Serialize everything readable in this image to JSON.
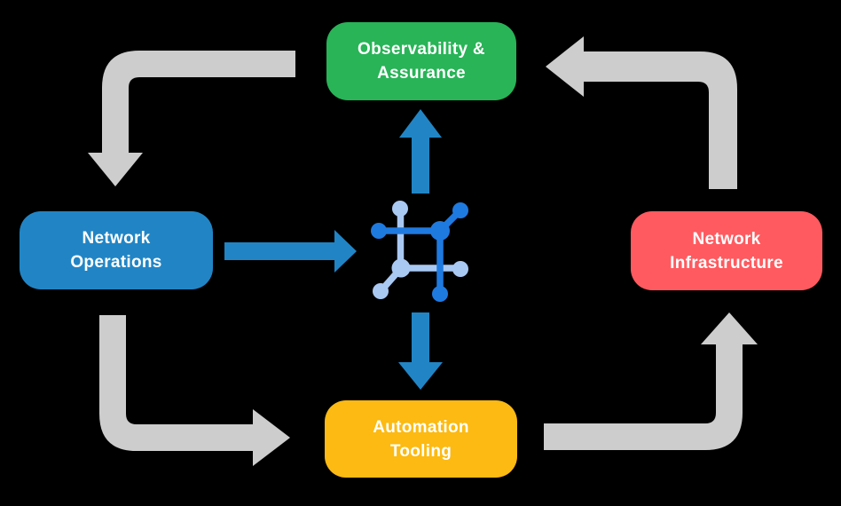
{
  "diagram": {
    "nodes": {
      "observability": {
        "line1": "Observability &",
        "line2": "Assurance",
        "color": "#28B457"
      },
      "operations": {
        "line1": "Network",
        "line2": "Operations",
        "color": "#2185C5"
      },
      "infrastructure": {
        "line1": "Network",
        "line2": "Infrastructure",
        "color": "#FF5A5F"
      },
      "tooling": {
        "line1": "Automation",
        "line2": "Tooling",
        "color": "#FCBA12"
      }
    },
    "center_icon": "network-mesh-icon",
    "colors": {
      "background": "#000000",
      "cycle_arrows": "#CDCDCD",
      "flow_arrows": "#2185C5",
      "icon_dark": "#1F7AE0",
      "icon_light": "#A9C9F3",
      "text": "#FFFFFF"
    }
  }
}
